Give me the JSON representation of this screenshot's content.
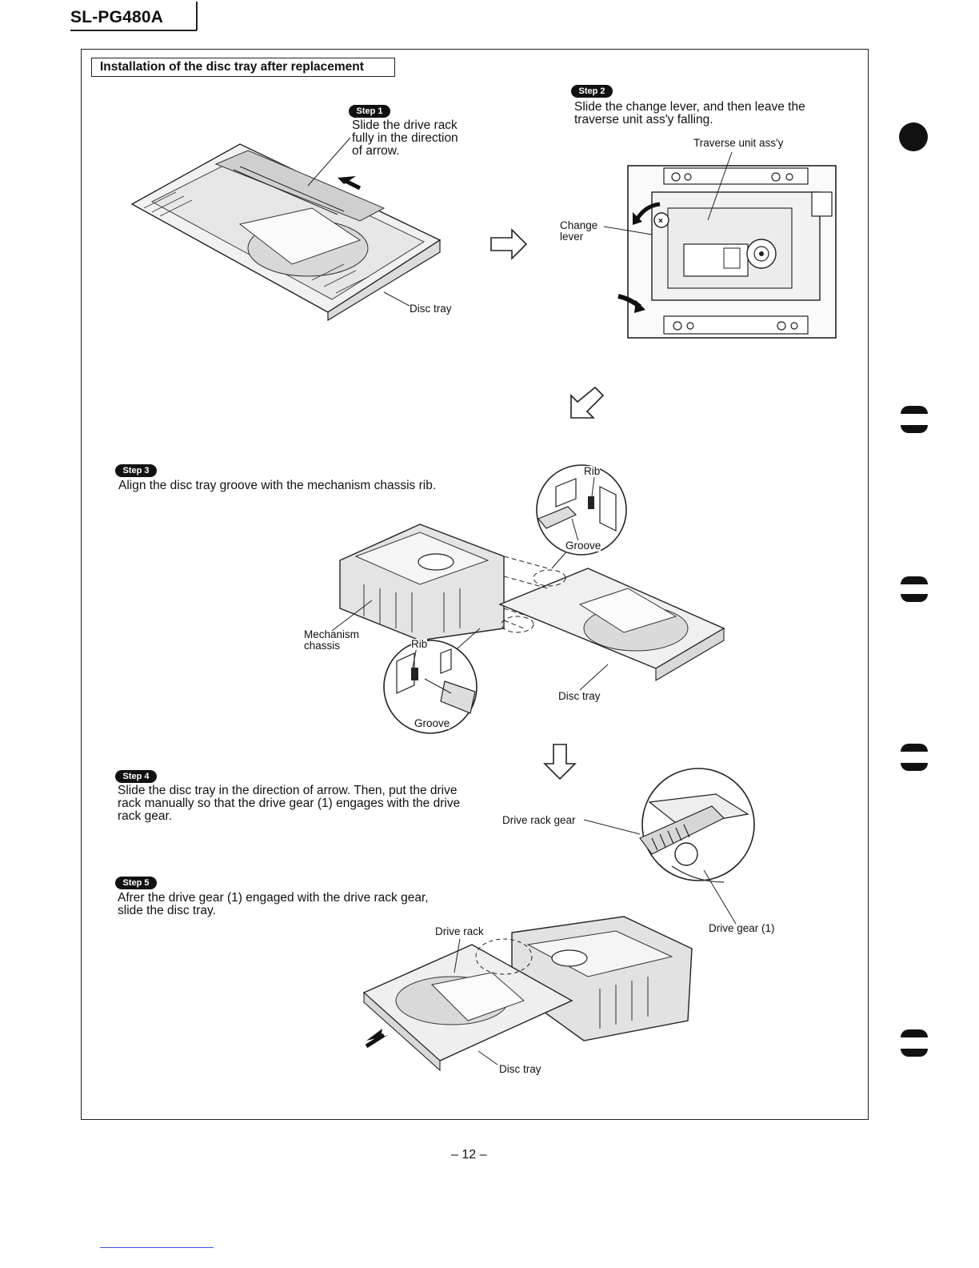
{
  "header": {
    "model": "SL-PG480A"
  },
  "section_title": "Installation of the disc tray after replacement",
  "steps": [
    {
      "badge": "Step 1",
      "text": "Slide the drive rack\nfully in the direction\nof arrow."
    },
    {
      "badge": "Step 2",
      "text": "Slide the change lever, and then leave the\ntraverse unit ass'y falling."
    },
    {
      "badge": "Step 3",
      "text": "Align the disc tray groove with the mechanism chassis rib."
    },
    {
      "badge": "Step 4",
      "text": "Slide the disc tray in the direction of arrow.  Then, put the drive\nrack manually so that the drive gear (1) engages with the drive\nrack gear."
    },
    {
      "badge": "Step 5",
      "text": "Afrer the drive gear (1) engaged with the drive rack gear,\nslide the disc tray."
    }
  ],
  "labels": {
    "disc_tray_1": "Disc tray",
    "traverse_unit": "Traverse unit ass'y",
    "change_lever": "Change\nlever",
    "rib_top": "Rib",
    "groove_top": "Groove",
    "mechanism_chassis": "Mechanism\nchassis",
    "rib_bottom": "Rib",
    "groove_bottom": "Groove",
    "disc_tray_3": "Disc tray",
    "drive_rack_gear": "Drive rack gear",
    "drive_gear": "Drive gear (1)",
    "drive_rack": "Drive rack",
    "disc_tray_5": "Disc tray"
  },
  "footer": {
    "page_number": "– 12 –"
  }
}
